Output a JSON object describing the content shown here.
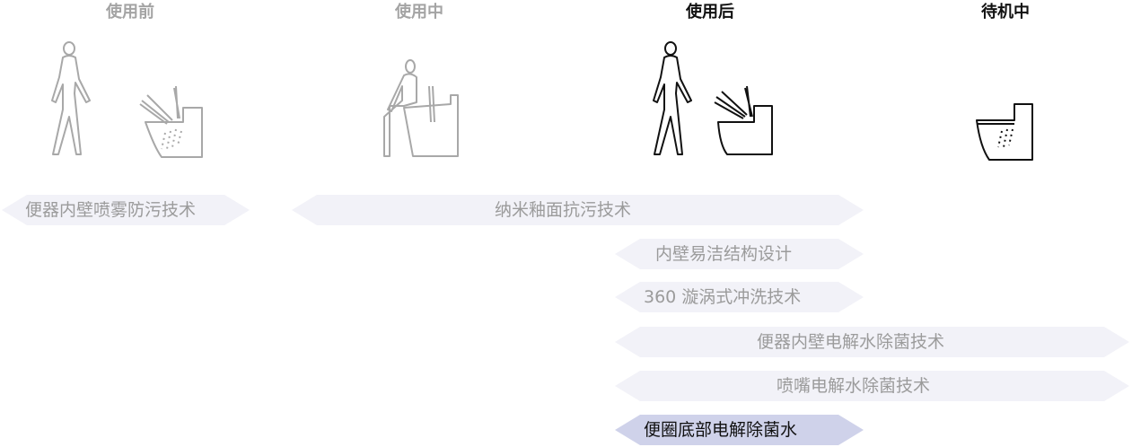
{
  "stages": [
    {
      "label": "使用前",
      "active": false
    },
    {
      "label": "使用中",
      "active": false
    },
    {
      "label": "使用后",
      "active": true
    },
    {
      "label": "待机中",
      "active": true
    }
  ],
  "bars": [
    {
      "label": "便器内壁喷雾防污技术",
      "highlight": false
    },
    {
      "label": "纳米釉面抗污技术",
      "highlight": false
    },
    {
      "label": "内壁易洁结构设计",
      "highlight": false
    },
    {
      "label": "360 漩涡式冲洗技术",
      "highlight": false
    },
    {
      "label": "便器内壁电解水除菌技术",
      "highlight": false
    },
    {
      "label": "喷嘴电解水除菌技术",
      "highlight": false
    },
    {
      "label": "便圈底部电解除菌水",
      "highlight": true
    }
  ],
  "colors": {
    "bar": "#f2f2f8",
    "highlight": "#cfd2ea",
    "inactive": "#a4a4a4",
    "active": "#111111"
  }
}
